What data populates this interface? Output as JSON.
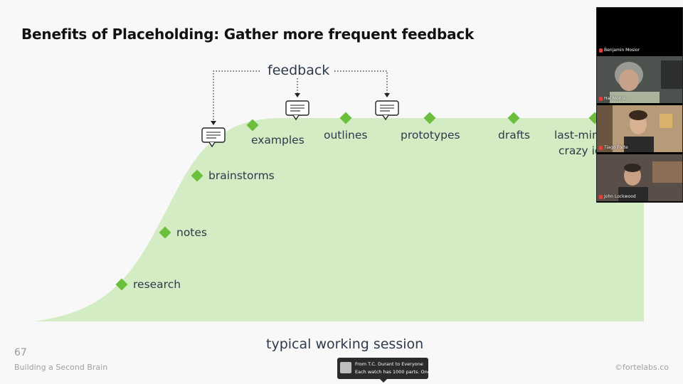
{
  "slide": {
    "title": "Benefits of Placeholding: Gather more frequent feedback",
    "feedback_label": "feedback",
    "x_axis_label": "typical working session",
    "page_number": "67",
    "footer_left": "Building a Second Brain",
    "footer_right": "©fortelabs.co",
    "stages": {
      "research": "research",
      "notes": "notes",
      "brainstorms": "brainstorms",
      "examples": "examples",
      "outlines": "outlines",
      "prototypes": "prototypes",
      "drafts": "drafts",
      "last_minute_line1": "last-min",
      "last_minute_line2": "crazy id"
    },
    "colors": {
      "area_fill": "#d3ecc4",
      "diamond": "#6cbf3c",
      "text": "#2d3a4a",
      "background": "#f8f8f8"
    }
  },
  "participants": [
    {
      "name": "Benjamin Mosior",
      "video": "off"
    },
    {
      "name": "Hal Morris",
      "video": "on"
    },
    {
      "name": "Tiago Forte",
      "video": "on"
    },
    {
      "name": "John Lockwood",
      "video": "on"
    }
  ],
  "chat_toast": {
    "from": "From T.C. Durant to Everyone",
    "message": "Each watch has 1000 parts. One..."
  }
}
